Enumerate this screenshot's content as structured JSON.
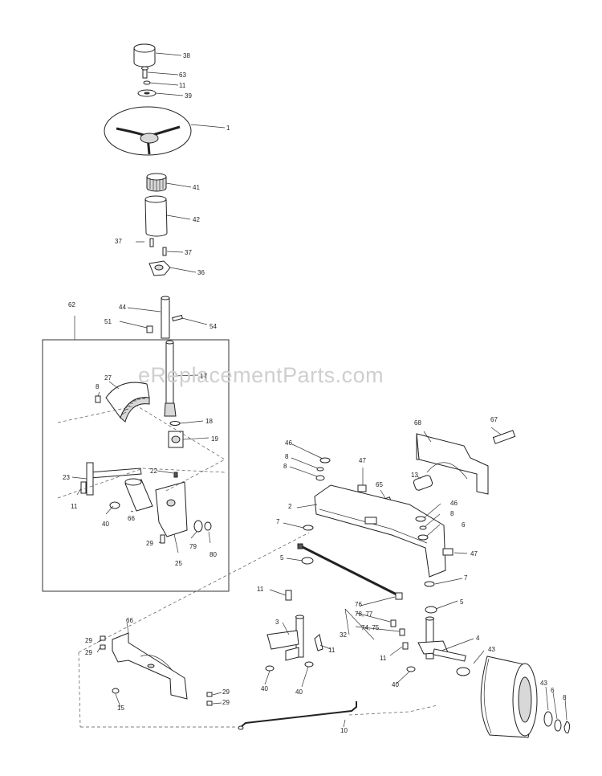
{
  "watermark": "eReplacementParts.com",
  "labels": [
    "38",
    "63",
    "11",
    "39",
    "1",
    "41",
    "42",
    "37",
    "37",
    "36",
    "44",
    "51",
    "54",
    "62",
    "27",
    "17",
    "8",
    "18",
    "19",
    "22",
    "23",
    "11",
    "40",
    "66",
    "29",
    "79",
    "80",
    "25",
    "46",
    "8",
    "8",
    "47",
    "68",
    "67",
    "13",
    "65",
    "2",
    "46",
    "8",
    "6",
    "7",
    "47",
    "5",
    "7",
    "11",
    "76",
    "78, 77",
    "74, 75",
    "3",
    "32",
    "5",
    "4",
    "43",
    "11",
    "11",
    "40",
    "40",
    "66",
    "29",
    "29",
    "29",
    "29",
    "15",
    "10",
    "40",
    "43",
    "6",
    "8"
  ]
}
